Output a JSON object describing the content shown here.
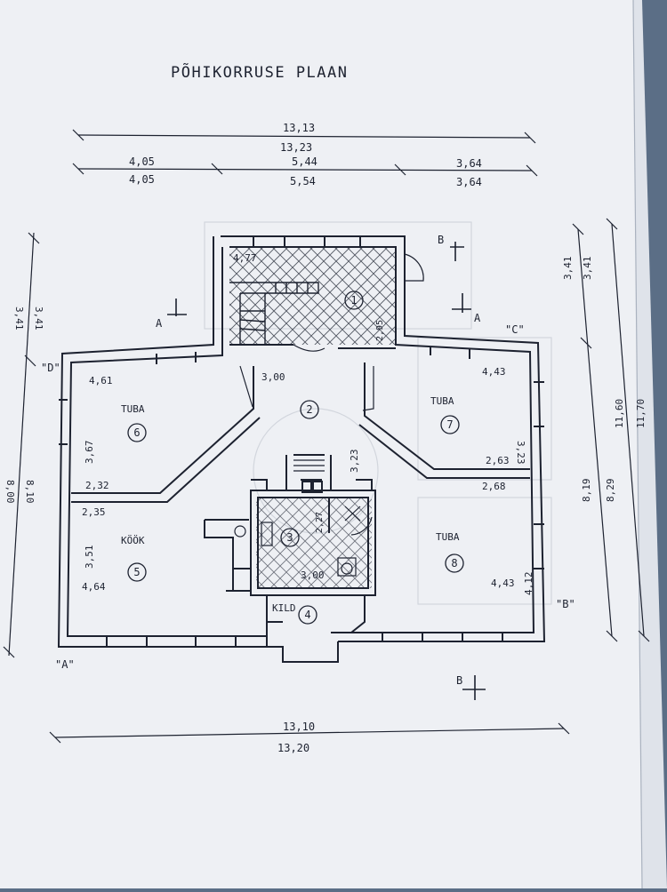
{
  "title": "PÕHIKORRUSE PLAAN",
  "dims_top": {
    "overall_a": "13,13",
    "overall_b": "13,23",
    "seg1_a": "4,05",
    "seg1_b": "4,05",
    "seg2_a": "5,44",
    "seg2_b": "5,54",
    "seg3_a": "3,64",
    "seg3_b": "3,64"
  },
  "dims_bottom": {
    "a": "13,10",
    "b": "13,20"
  },
  "dims_left": {
    "upper_a": "3,41",
    "upper_b": "3,41",
    "lower_a": "8,00",
    "lower_b": "8,10"
  },
  "dims_right": {
    "upper_a": "3,41",
    "upper_b": "3,41",
    "lower_a": "8,19",
    "lower_b": "8,29",
    "overall_a": "11,60",
    "overall_b": "11,70"
  },
  "section_marks": {
    "a": "A",
    "b": "B",
    "c": "\"C\"",
    "d": "\"D\"",
    "a2": "\"A\"",
    "b2": "\"B\""
  },
  "rooms": [
    {
      "number": "1",
      "dims": [
        "4,77",
        "2,95"
      ]
    },
    {
      "number": "2",
      "dims": [
        "3,00",
        "3,23"
      ]
    },
    {
      "number": "3",
      "dims": [
        "2,27",
        "3,00"
      ]
    },
    {
      "number": "4",
      "label": "KILD"
    },
    {
      "number": "5",
      "label": "KÖÖK",
      "dims": [
        "2,35",
        "3,51",
        "4,64"
      ]
    },
    {
      "number": "6",
      "label": "TUBA",
      "dims": [
        "4,61",
        "3,67",
        "2,32"
      ]
    },
    {
      "number": "7",
      "label": "TUBA",
      "dims": [
        "4,43",
        "3,23",
        "2,63"
      ]
    },
    {
      "number": "8",
      "label": "TUBA",
      "dims": [
        "2,68",
        "4,43",
        "4,12"
      ]
    }
  ],
  "colors": {
    "paper": "#eef0f4",
    "ink": "#1d2230",
    "ghost": "#c9ced6",
    "background": "#5b6e86"
  }
}
